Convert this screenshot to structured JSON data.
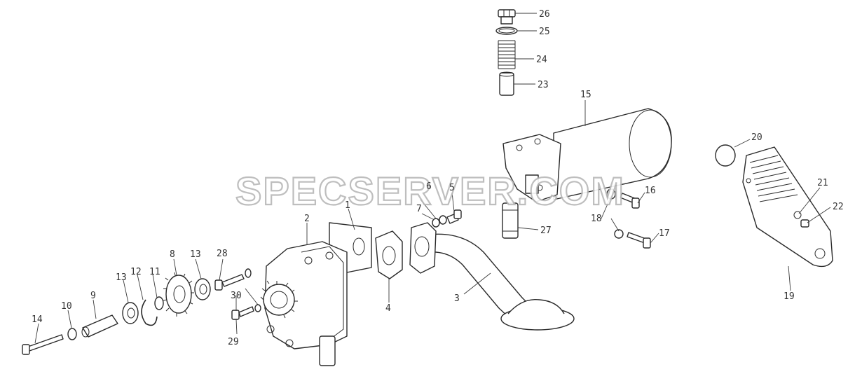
{
  "watermark": "SPECSERVER.COM",
  "callouts": {
    "c1": "1",
    "c2": "2",
    "c3": "3",
    "c4": "4",
    "c5": "5",
    "c6": "6",
    "c7": "7",
    "c8": "8",
    "c9": "9",
    "c10": "10",
    "c11": "11",
    "c12": "12",
    "c13a": "13",
    "c13b": "13",
    "c14": "14",
    "c15": "15",
    "c16": "16",
    "c17": "17",
    "c18": "18",
    "c19": "19",
    "c20": "20",
    "c21": "21",
    "c22": "22",
    "c23": "23",
    "c24": "24",
    "c25": "25",
    "c26": "26",
    "c27": "27",
    "c28": "28",
    "c29": "29",
    "c30": "30"
  }
}
